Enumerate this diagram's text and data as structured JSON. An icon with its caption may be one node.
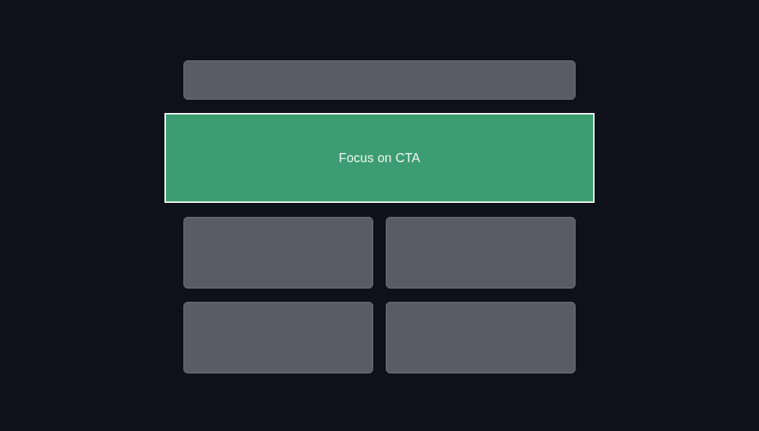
{
  "diagram": {
    "nodes": [
      {
        "text": [],
        "shape": "box"
      },
      {
        "text": [
          "Focus on CTA"
        ]
      },
      {
        "text": [],
        "shape": "box"
      },
      {
        "text": [],
        "shape": "box"
      },
      {
        "text": [],
        "shape": "box"
      },
      {
        "text": [],
        "shape": "box"
      }
    ]
  }
}
